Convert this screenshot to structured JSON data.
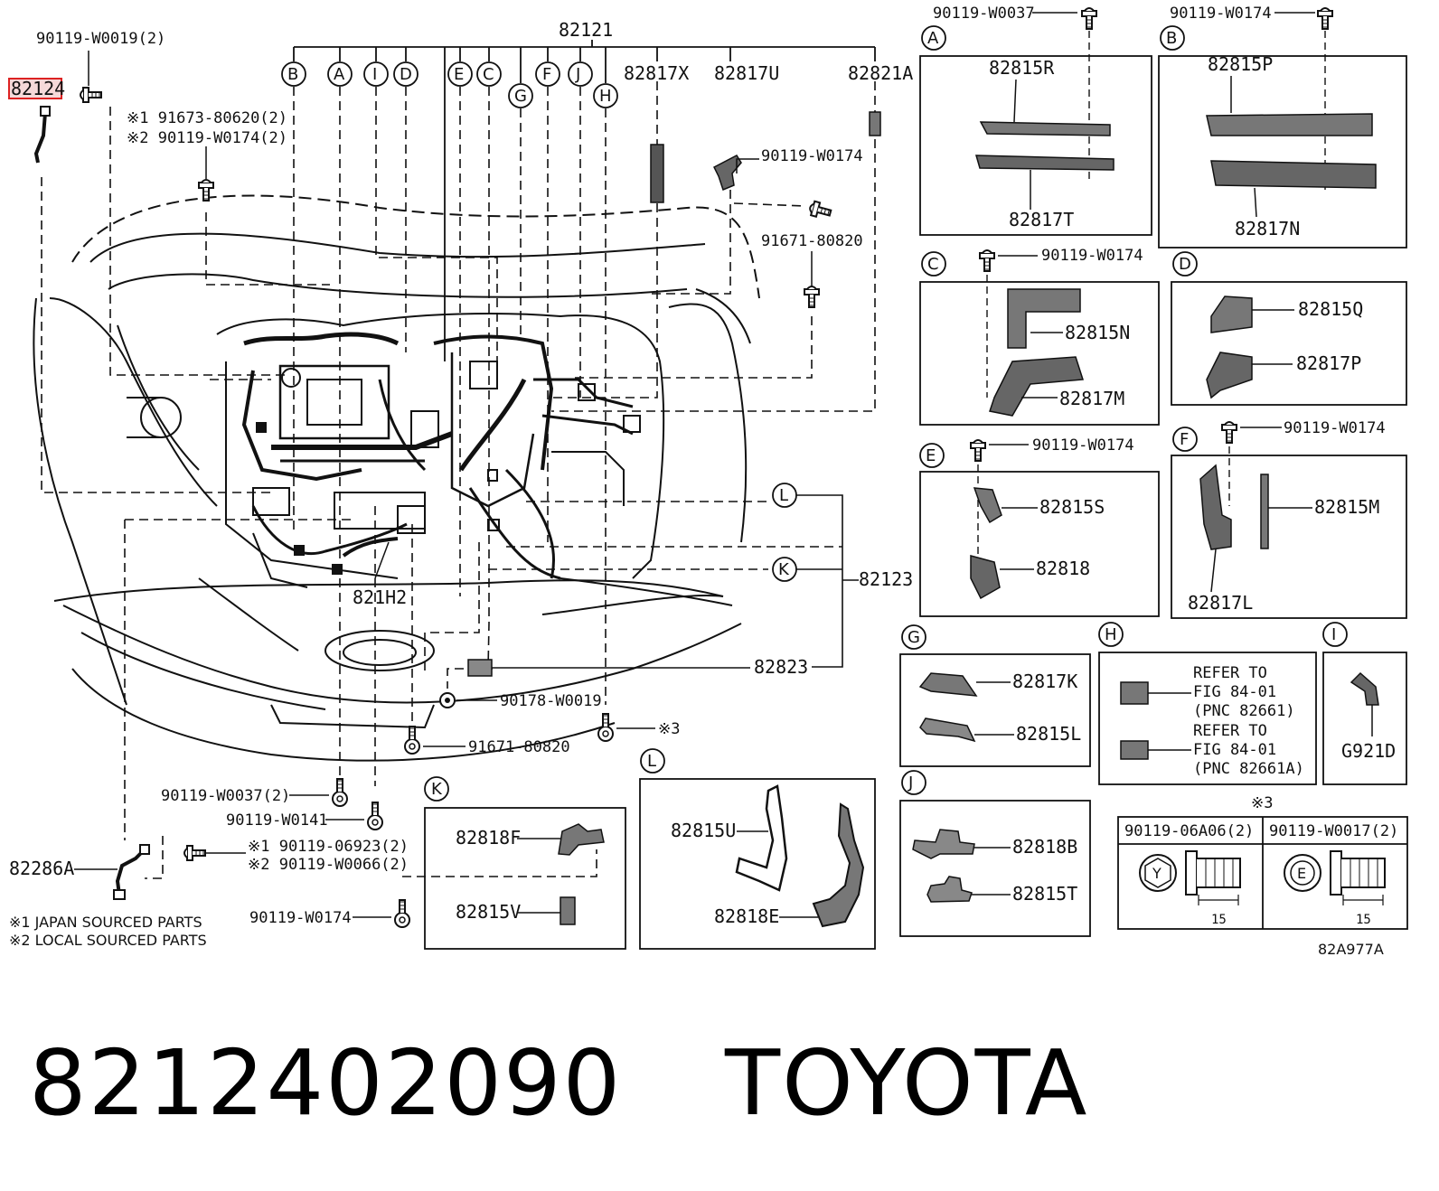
{
  "main_group": "82121",
  "highlight_part": "82124",
  "figure_code": "82A977A",
  "bottom": {
    "part_number": "8212402090",
    "brand": "TOYOTA"
  },
  "top_letters": [
    "B",
    "A",
    "I",
    "D",
    "E",
    "C",
    "G",
    "F",
    "J",
    "H"
  ],
  "top_parts": [
    "82817X",
    "82817U",
    "82821A"
  ],
  "fasteners": {
    "f1": "90119-W0019(2)",
    "f2a": "※1 91673-80620(2)",
    "f2b": "※2 90119-W0174(2)",
    "f3": "90119-W0174",
    "f4": "91671-80820",
    "f5": "90178-W0019",
    "f6": "91671-80820",
    "f7": "※3",
    "f8": "90119-W0037(2)",
    "f9": "90119-W0141",
    "f10a": "※1 90119-06923(2)",
    "f10b": "※2 90119-W0066(2)",
    "f11": "90119-W0174"
  },
  "main_parts": {
    "p821h2": "821H2",
    "p82823": "82823",
    "p82123": "82123",
    "p82286a": "82286A",
    "cL": "L",
    "cK": "K"
  },
  "notes": [
    "※1 JAPAN SOURCED PARTS",
    "※2 LOCAL SOURCED PARTS"
  ],
  "boxes": {
    "A": {
      "letter": "A",
      "bolt": "90119-W0037",
      "parts": [
        "82815R",
        "82817T"
      ]
    },
    "B": {
      "letter": "B",
      "bolt": "90119-W0174",
      "parts": [
        "82815P",
        "82817N"
      ]
    },
    "C": {
      "letter": "C",
      "bolt": "90119-W0174",
      "parts": [
        "82815N",
        "82817M"
      ]
    },
    "D": {
      "letter": "D",
      "parts": [
        "82815Q",
        "82817P"
      ]
    },
    "E": {
      "letter": "E",
      "bolt": "90119-W0174",
      "parts": [
        "82815S",
        "82818"
      ]
    },
    "F": {
      "letter": "F",
      "bolt": "90119-W0174",
      "parts": [
        "82815M",
        "82817L"
      ]
    },
    "G": {
      "letter": "G",
      "parts": [
        "82817K",
        "82815L"
      ]
    },
    "H": {
      "letter": "H",
      "ref1": [
        "REFER TO",
        "FIG 84-01",
        "(PNC 82661)"
      ],
      "ref2": [
        "REFER TO",
        "FIG 84-01",
        "(PNC 82661A)"
      ]
    },
    "I": {
      "letter": "I",
      "parts": [
        "G921D"
      ]
    },
    "J": {
      "letter": "J",
      "parts": [
        "82818B",
        "82815T"
      ]
    },
    "K": {
      "letter": "K",
      "parts": [
        "82818F",
        "82815V"
      ]
    },
    "L": {
      "letter": "L",
      "parts": [
        "82815U",
        "82818E"
      ]
    }
  },
  "bolt_table": {
    "mark": "※3",
    "col1": {
      "code": "90119-06A06(2)",
      "head": "Y",
      "dim": "15"
    },
    "col2": {
      "code": "90119-W0017(2)",
      "head": "E",
      "dim": "15"
    }
  }
}
